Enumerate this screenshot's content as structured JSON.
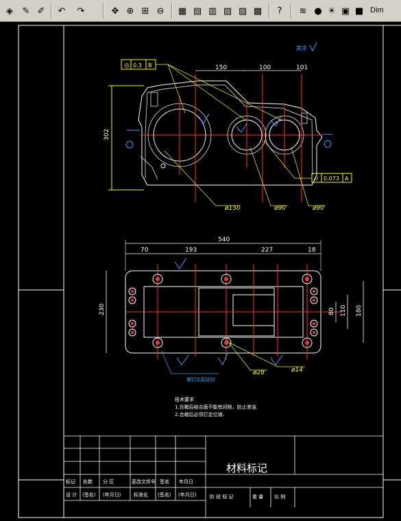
{
  "toolbar": {
    "buttons": [
      {
        "name": "paint-bucket-icon",
        "glyph": "◈"
      },
      {
        "name": "pen-icon",
        "glyph": "✎"
      },
      {
        "name": "brush-icon",
        "glyph": "✐"
      },
      {
        "name": "undo-icon",
        "glyph": "↶"
      },
      {
        "name": "redo-icon",
        "glyph": "↷"
      },
      {
        "name": "pan-icon",
        "glyph": "✥"
      },
      {
        "name": "zoom-realtime-icon",
        "glyph": "⊕"
      },
      {
        "name": "zoom-window-icon",
        "glyph": "⊞"
      },
      {
        "name": "zoom-previous-icon",
        "glyph": "⊖"
      },
      {
        "name": "properties-icon",
        "glyph": "▦"
      },
      {
        "name": "design-center-icon",
        "glyph": "▤"
      },
      {
        "name": "tool-palettes-icon",
        "glyph": "▥"
      },
      {
        "name": "sheet-set-icon",
        "glyph": "▧"
      },
      {
        "name": "markup-icon",
        "glyph": "▨"
      },
      {
        "name": "calculator-icon",
        "glyph": "▩"
      },
      {
        "name": "help-icon",
        "glyph": "?"
      },
      {
        "name": "layer-manager-icon",
        "glyph": "≋"
      },
      {
        "name": "layer-on-icon",
        "glyph": "●"
      },
      {
        "name": "layer-freeze-icon",
        "glyph": "☀"
      },
      {
        "name": "layer-lock-icon",
        "glyph": "▣"
      },
      {
        "name": "layer-color-icon",
        "glyph": "■"
      }
    ],
    "layer_name": "Dim"
  },
  "drawing": {
    "top_view_dims": {
      "d1": "150",
      "d2": "100",
      "d3": "101",
      "height": "302"
    },
    "gdt_left": {
      "symbol": "◎",
      "value": "0.3",
      "datum": "B"
    },
    "gdt_right": {
      "symbol": "//",
      "value": "0.073",
      "datum": "A"
    },
    "diameters_top": [
      "ø150",
      "ø90",
      "ø90"
    ],
    "surface_finish_note": "其余",
    "bottom_view_dims": {
      "overall": "540",
      "d70": "70",
      "d193": "193",
      "d227": "227",
      "d18": "18",
      "height": "230",
      "v80": "80",
      "v110": "110",
      "v180": "180"
    },
    "diameters_bottom": [
      "ø28",
      "ø14"
    ],
    "hole_note": "螺钉孔配钻铰",
    "tech_requirements": {
      "title": "技术要求",
      "line1": "1.合箱后结合面不能有间隙，防止渗油.",
      "line2": "2.合箱后必须打定位销."
    },
    "title_block": {
      "material": "材料标记",
      "row1": [
        "标记",
        "处数",
        "分  区",
        "更改文件号",
        "签名",
        "年月日"
      ],
      "row2": [
        "设   计",
        "(签名)",
        "(年月日)",
        "标准化",
        "(签名)",
        "(年月日)"
      ],
      "row_right": [
        "阶 段 标 记",
        "重   量",
        "比   例"
      ]
    }
  }
}
